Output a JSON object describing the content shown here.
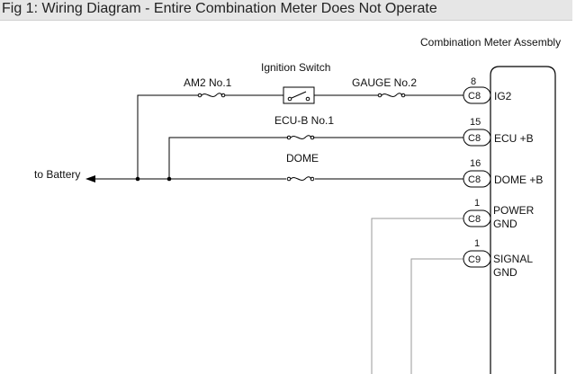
{
  "title": "Fig 1: Wiring Diagram - Entire Combination Meter Does Not Operate",
  "assembly_label": "Combination Meter Assembly",
  "to_battery": "to Battery",
  "components": {
    "am2": "AM2 No.1",
    "ignition_switch": "Ignition Switch",
    "gauge": "GAUGE No.2",
    "ecub": "ECU-B No.1",
    "dome": "DOME"
  },
  "connectors": [
    {
      "pin": "8",
      "connector": "C8",
      "label_lines": [
        "IG2"
      ]
    },
    {
      "pin": "15",
      "connector": "C8",
      "label_lines": [
        "ECU +B"
      ]
    },
    {
      "pin": "16",
      "connector": "C8",
      "label_lines": [
        "DOME +B"
      ]
    },
    {
      "pin": "1",
      "connector": "C8",
      "label_lines": [
        "POWER",
        "GND"
      ]
    },
    {
      "pin": "1",
      "connector": "C9",
      "label_lines": [
        "SIGNAL",
        "GND"
      ]
    }
  ]
}
